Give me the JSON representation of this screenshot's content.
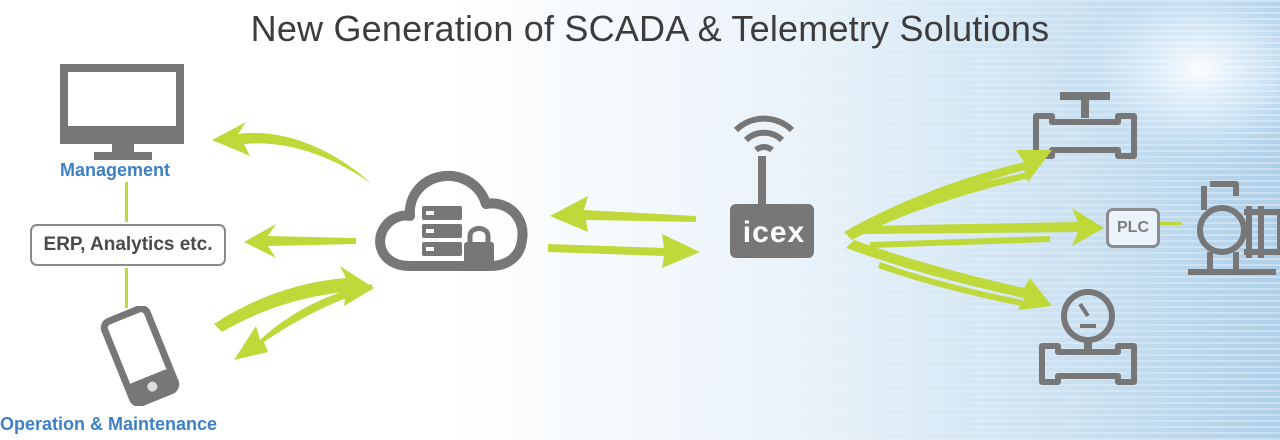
{
  "title": "New Generation of SCADA & Telemetry Solutions",
  "labels": {
    "management": "Management",
    "erp": "ERP, Analytics etc.",
    "operation": "Operation & Maintenance",
    "icex": "icex",
    "plc": "PLC"
  },
  "icons": [
    "monitor-icon",
    "phone-icon",
    "cloud-server-lock-icon",
    "router-antenna-icon",
    "valve-icon",
    "pressure-gauge-icon",
    "pump-motor-icon"
  ],
  "colors": {
    "arrow": "#bfd83a",
    "label_blue": "#3d80c6",
    "icon_gray": "#777777",
    "title": "#3c3c3c"
  }
}
